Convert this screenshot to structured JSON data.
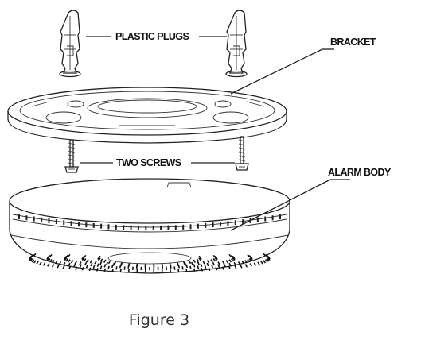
{
  "callouts": {
    "plastic_plugs": "PLASTIC PLUGS",
    "bracket": "BRACKET",
    "two_screws": "TWO SCREWS",
    "alarm_body": "ALARM BODY"
  },
  "caption": "Figure 3",
  "colors": {
    "line": "#222222",
    "caption": "#333333",
    "background": "#ffffff"
  }
}
